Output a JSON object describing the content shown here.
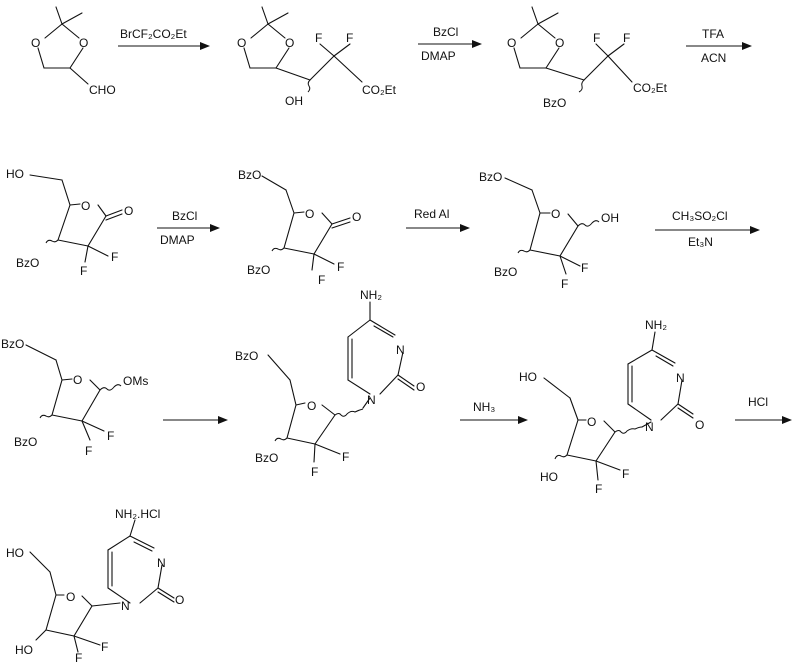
{
  "steps": [
    {
      "reagents": [
        "BrCF₂CO₂Et"
      ]
    },
    {
      "reagents": [
        "BzCl",
        "DMAP"
      ]
    },
    {
      "reagents": [
        "TFA",
        "ACN"
      ]
    },
    {
      "reagents": [
        "BzCl",
        "DMAP"
      ]
    },
    {
      "reagents": [
        "Red Al"
      ]
    },
    {
      "reagents": [
        "CH₃SO₂Cl",
        "Et₃N"
      ]
    },
    {
      "reagents": []
    },
    {
      "reagents": [
        "NH₃"
      ]
    },
    {
      "reagents": [
        "HCl"
      ]
    }
  ],
  "atoms": {
    "o": "O",
    "n": "N",
    "f": "F",
    "cho": "CHO",
    "oh": "OH",
    "ho": "HO",
    "co2et": "CO₂Et",
    "bzo": "BzO",
    "oms": "OMs",
    "nh2": "NH₂",
    "nh2hcl": "NH₂.HCl"
  }
}
